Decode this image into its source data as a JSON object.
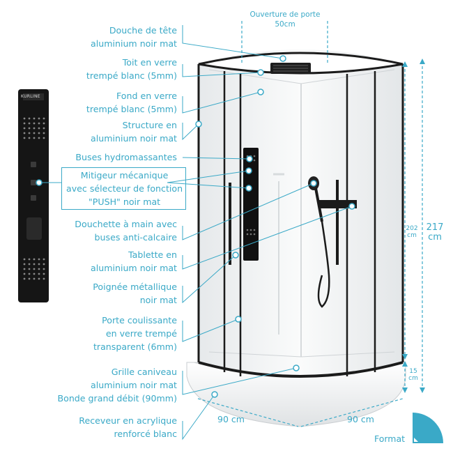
{
  "labels": [
    {
      "lines": [
        "Douche de tête",
        "aluminium noir mat"
      ]
    },
    {
      "lines": [
        "Toit en verre",
        "trempé blanc (5mm)"
      ]
    },
    {
      "lines": [
        "Fond en verre",
        "trempé blanc (5mm)"
      ]
    },
    {
      "lines": [
        "Structure en",
        "aluminium noir mat"
      ]
    },
    {
      "lines": [
        "Buses hydromassantes"
      ]
    },
    {
      "lines": [
        "Mitigeur mécanique",
        "avec sélecteur de fonction",
        "\"PUSH\" noir mat"
      ]
    },
    {
      "lines": [
        "Douchette à main avec",
        "buses anti-calcaire"
      ]
    },
    {
      "lines": [
        "Tablette en",
        "aluminium noir mat"
      ]
    },
    {
      "lines": [
        "Poignée métallique",
        "noir mat"
      ]
    },
    {
      "lines": [
        "Porte coulissante",
        "en verre trempé",
        "transparent (6mm)"
      ]
    },
    {
      "lines": [
        "Grille caniveau",
        "aluminium noir mat",
        "Bonde grand débit (90mm)"
      ]
    },
    {
      "lines": [
        "Receveur en acrylique",
        "renforcé blanc"
      ]
    }
  ],
  "dimensions": {
    "door_opening_title": "Ouverture de porte",
    "door_opening_value": "50cm",
    "height_cabin_value": "202",
    "height_cabin_unit": "cm",
    "height_total_value": "217",
    "height_total_unit": "cm",
    "tray_height_value": "15",
    "tray_height_unit": "cm",
    "width_left": "90 cm",
    "width_right": "90 cm"
  },
  "format_label": "Format",
  "panel_brand": "KURLINE",
  "colors": {
    "accent": "#3aa9c7",
    "frame": "#1b1b1b",
    "glass": "#f3f5f6",
    "tray": "#f4f4f4"
  }
}
